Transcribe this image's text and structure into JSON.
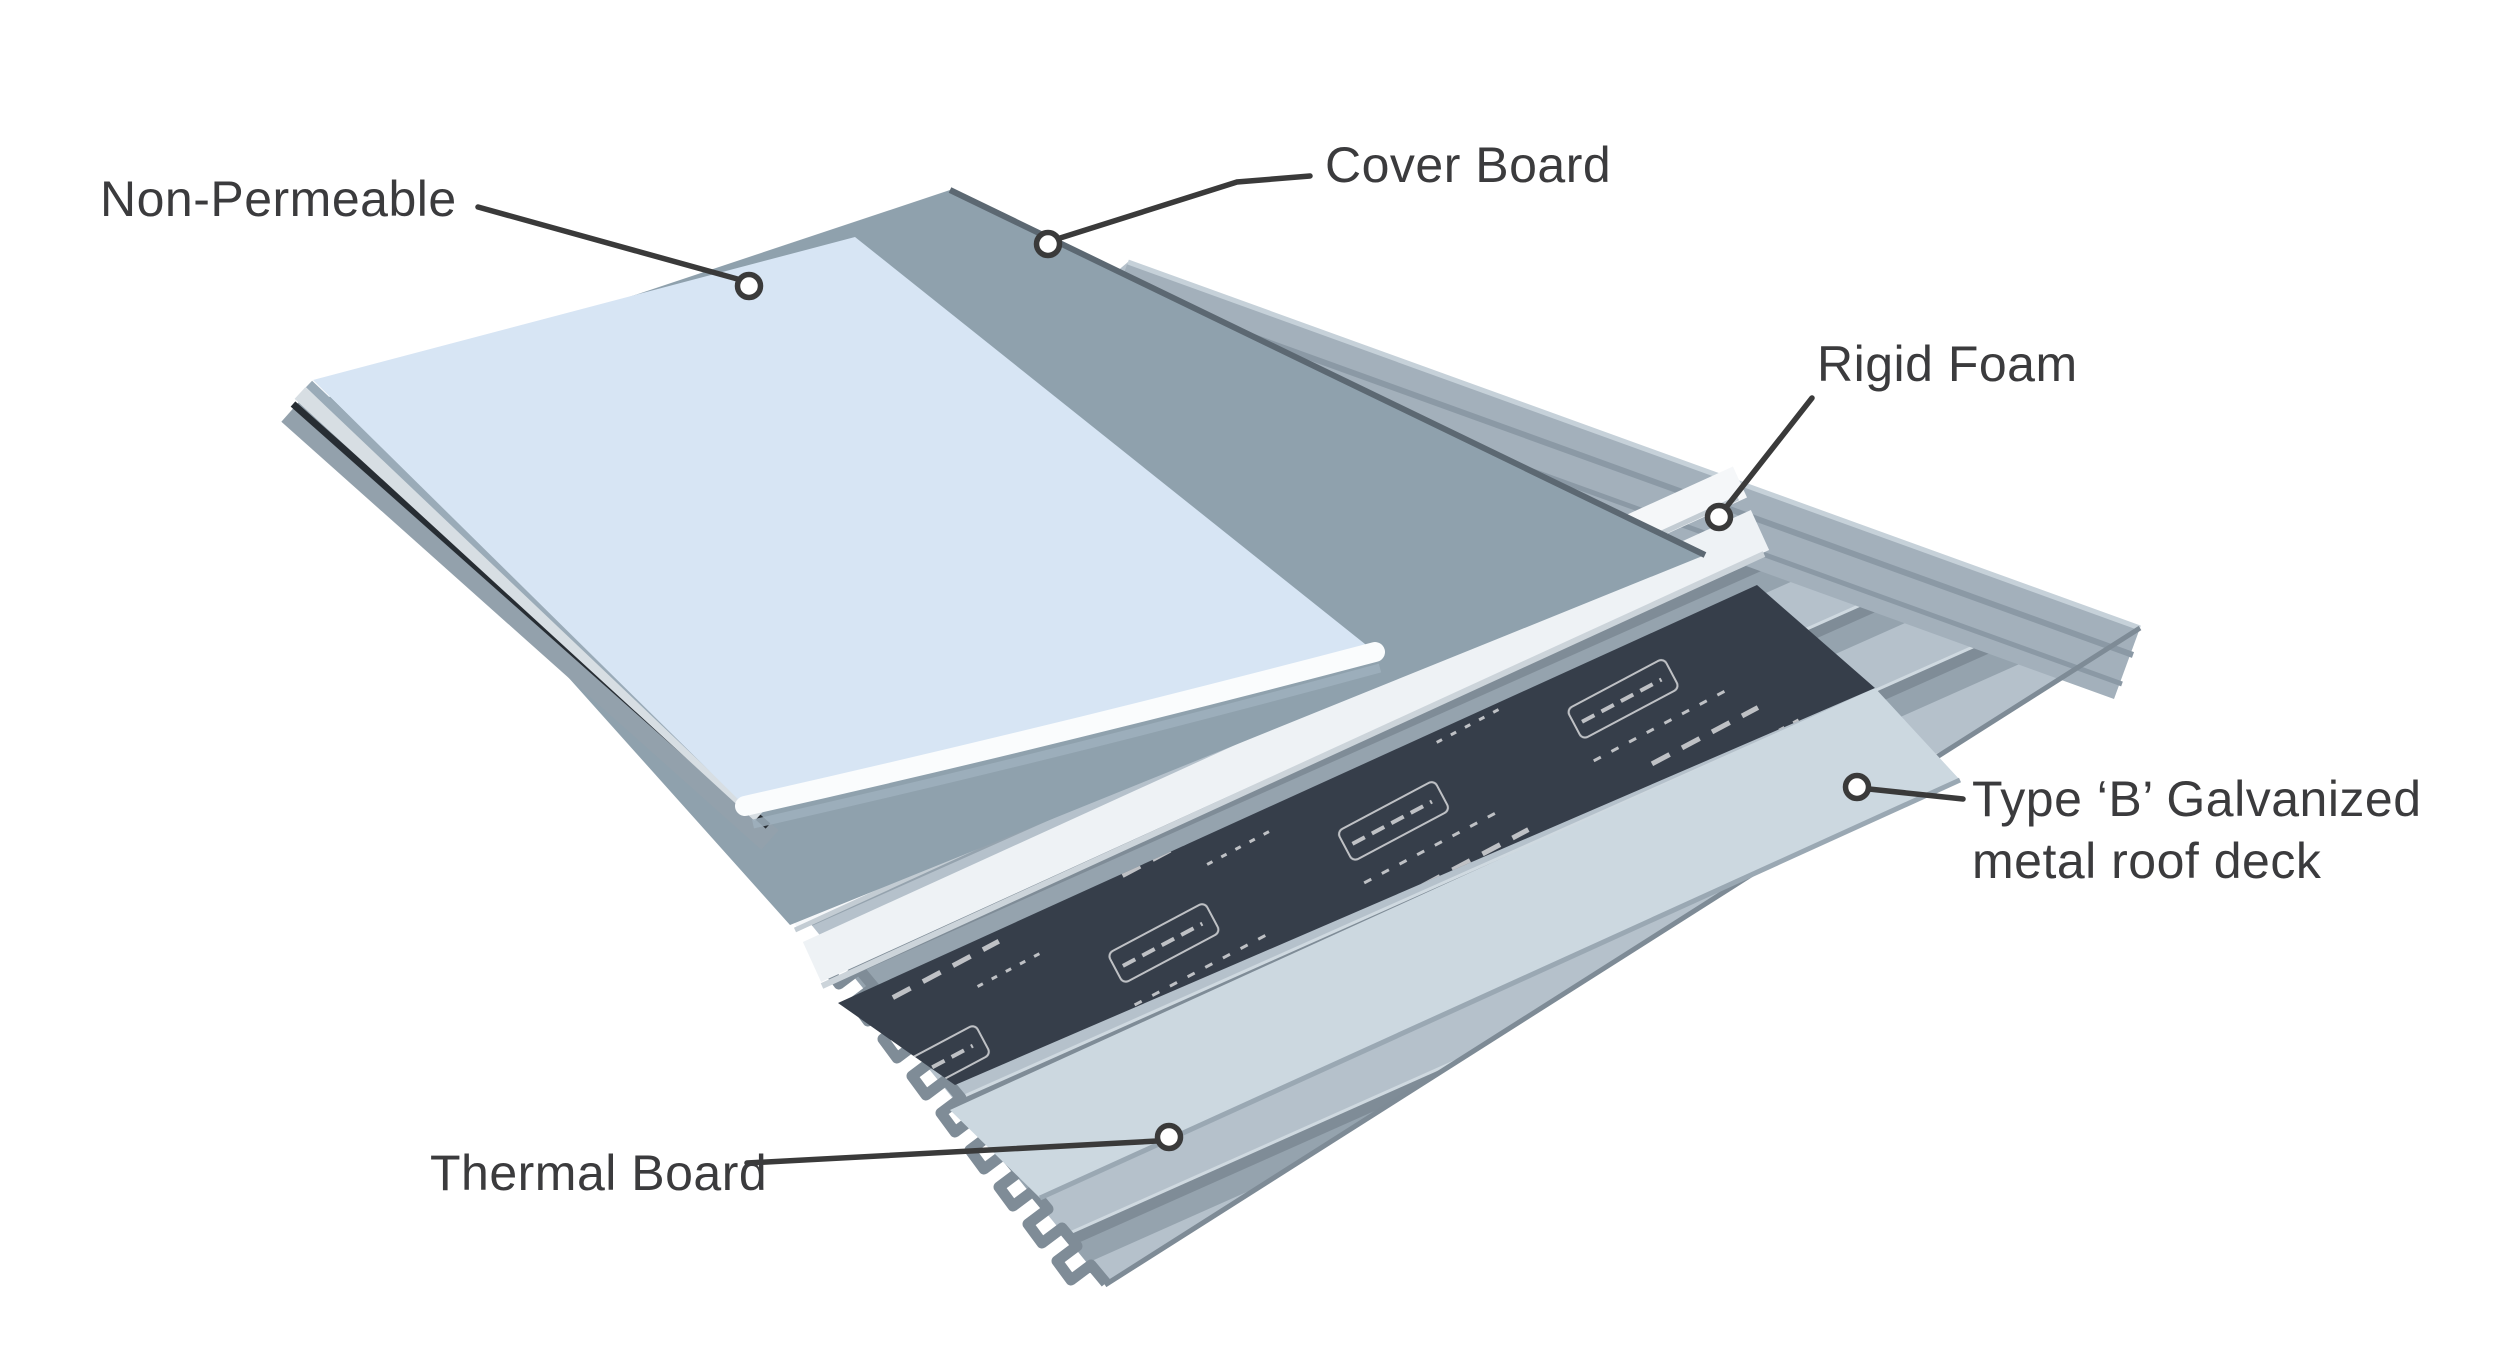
{
  "diagram": {
    "background": "#ffffff",
    "labels": {
      "non_permeable": "Non-Permeable",
      "cover_board": "Cover Board",
      "rigid_foam": "Rigid Foam",
      "metal_deck_line1": "Type ‘B’ Galvanized",
      "metal_deck_line2": "metal roof deck",
      "thermal_board": "Thermal Board"
    },
    "colors": {
      "membrane_top": "#d7e5f4",
      "membrane_curl": "#fafcfd",
      "cover_board": "#8fa1ad",
      "rigid_foam": "#f5f7f9",
      "vapor_barrier": "#363e4a",
      "thermal_board": "#ccd8e0",
      "deck_base": "#a5b2bd",
      "deck_border": "#a3b0bb",
      "leader_line": "#3a3a3a",
      "label_text": "#3b3b3d"
    }
  }
}
